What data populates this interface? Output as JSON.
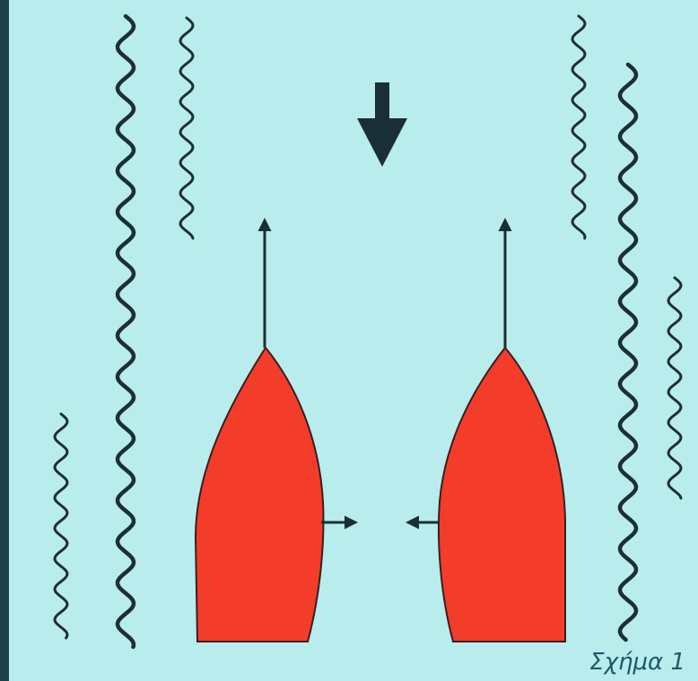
{
  "figure": {
    "caption": "Σχήμα 1"
  },
  "colors": {
    "background": "#b9ecec",
    "boat_fill": "#f33d2a",
    "boat_stroke": "#3a1e1e",
    "arrows": "#1a2e36",
    "waves": "#1c2f36",
    "caption": "#1e5a6a"
  },
  "elements": {
    "boats": [
      "left-boat",
      "right-boat"
    ],
    "arrows": [
      "flow-direction-arrow",
      "left-boat-velocity-arrow",
      "right-boat-velocity-arrow",
      "left-boat-side-force-arrow",
      "right-boat-side-force-arrow"
    ],
    "waves": [
      "wave-line-1",
      "wave-line-2",
      "wave-line-3",
      "wave-line-4",
      "wave-line-5",
      "wave-line-6"
    ]
  }
}
